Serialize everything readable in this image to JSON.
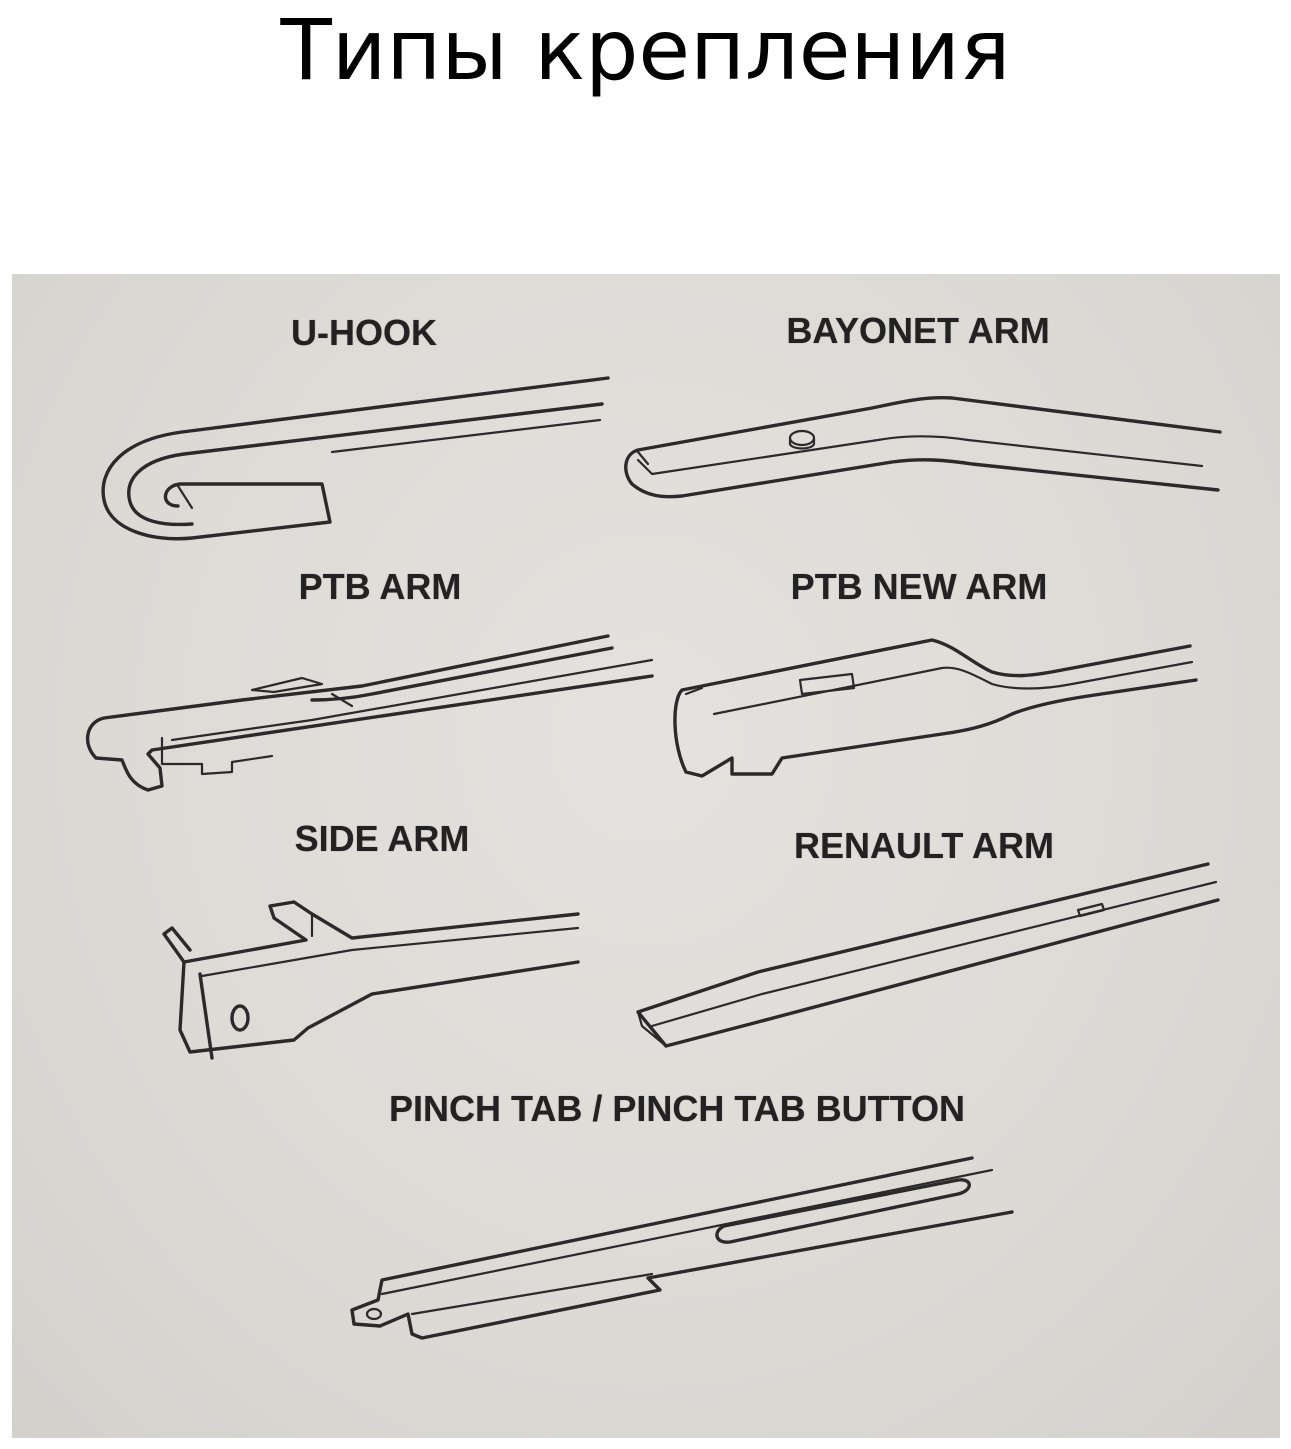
{
  "header": {
    "title": "Типы крепления"
  },
  "photo": {
    "labels": {
      "u_hook": "U-HOOK",
      "bayonet_arm": "BAYONET ARM",
      "ptb_arm": "PTB ARM",
      "ptb_new_arm": "PTB NEW ARM",
      "side_arm": "SIDE ARM",
      "renault_arm": "RENAULT ARM",
      "pinch_tab": "PINCH TAB / PINCH TAB BUTTON"
    }
  }
}
